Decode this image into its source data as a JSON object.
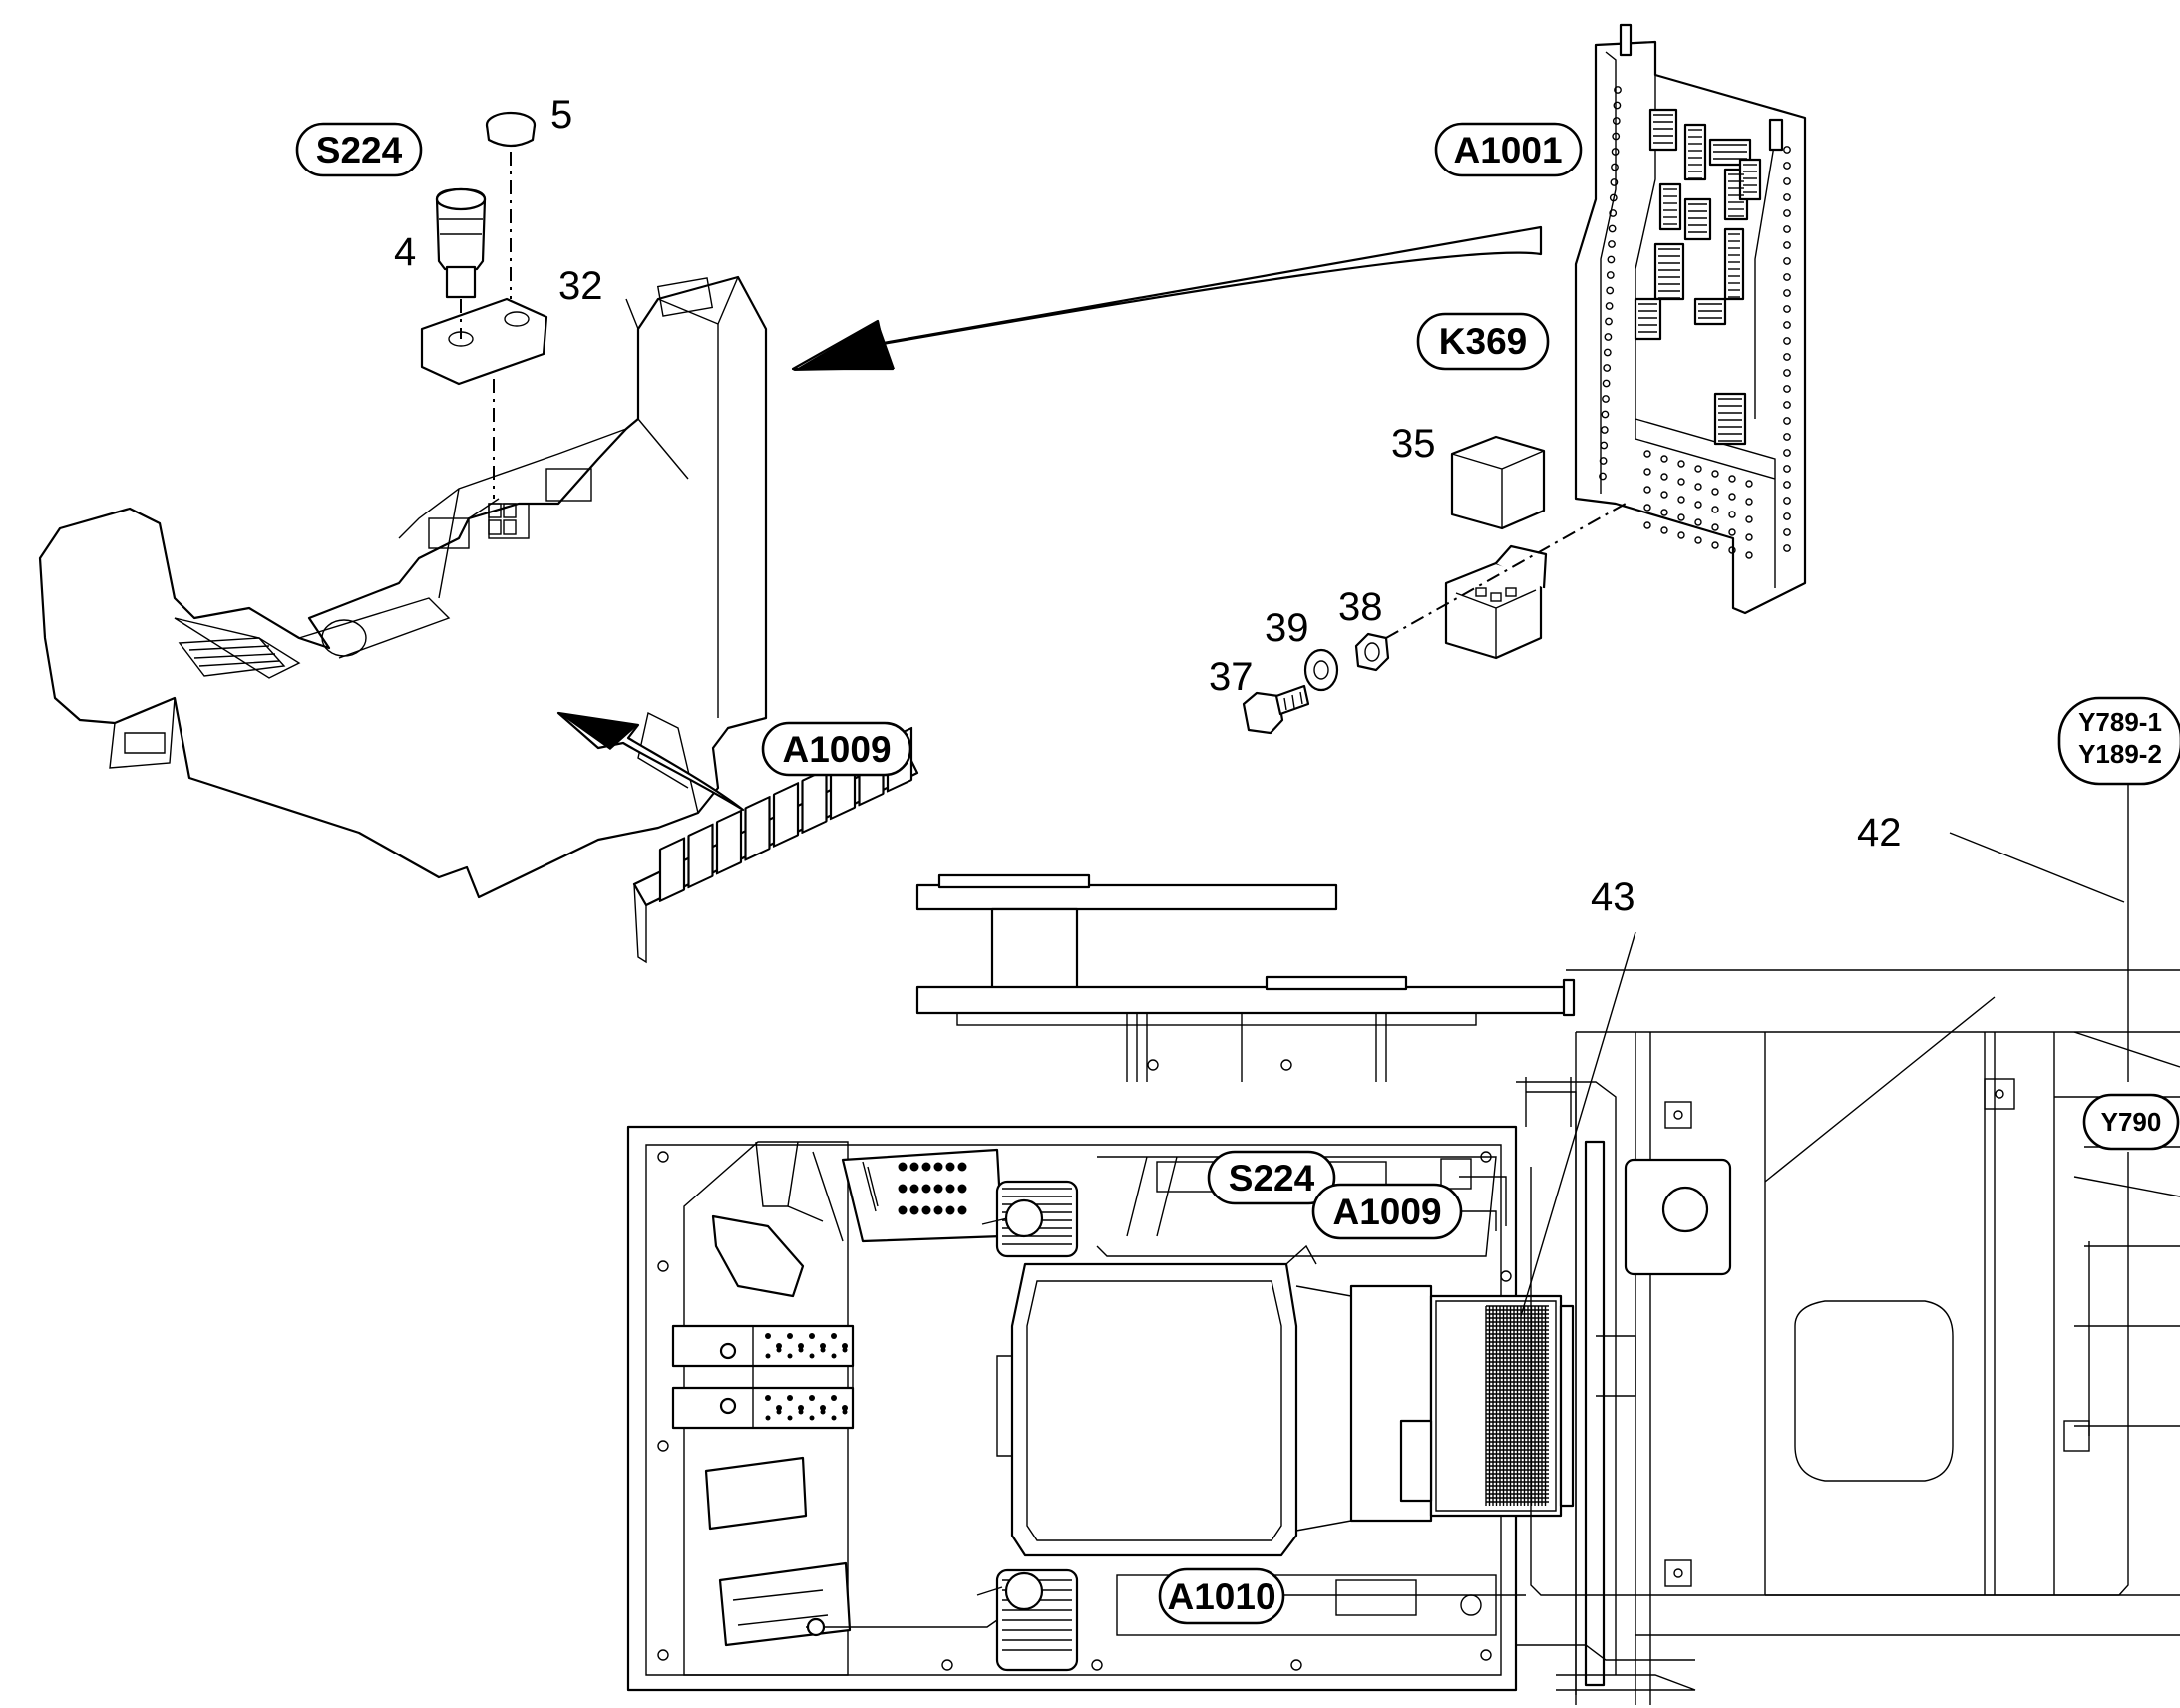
{
  "callouts": {
    "s224_top": "S224",
    "a1001": "A1001",
    "k369": "K369",
    "a1009_top": "A1009",
    "y789_1": "Y789-1",
    "y189_2": "Y189-2",
    "y790": "Y790",
    "s224_bottom": "S224",
    "a1009_bottom": "A1009",
    "a1010": "A1010"
  },
  "part_numbers": {
    "p5": "5",
    "p4": "4",
    "p32": "32",
    "p35": "35",
    "p38": "38",
    "p39": "39",
    "p37": "37",
    "p42": "42",
    "p43": "43"
  }
}
